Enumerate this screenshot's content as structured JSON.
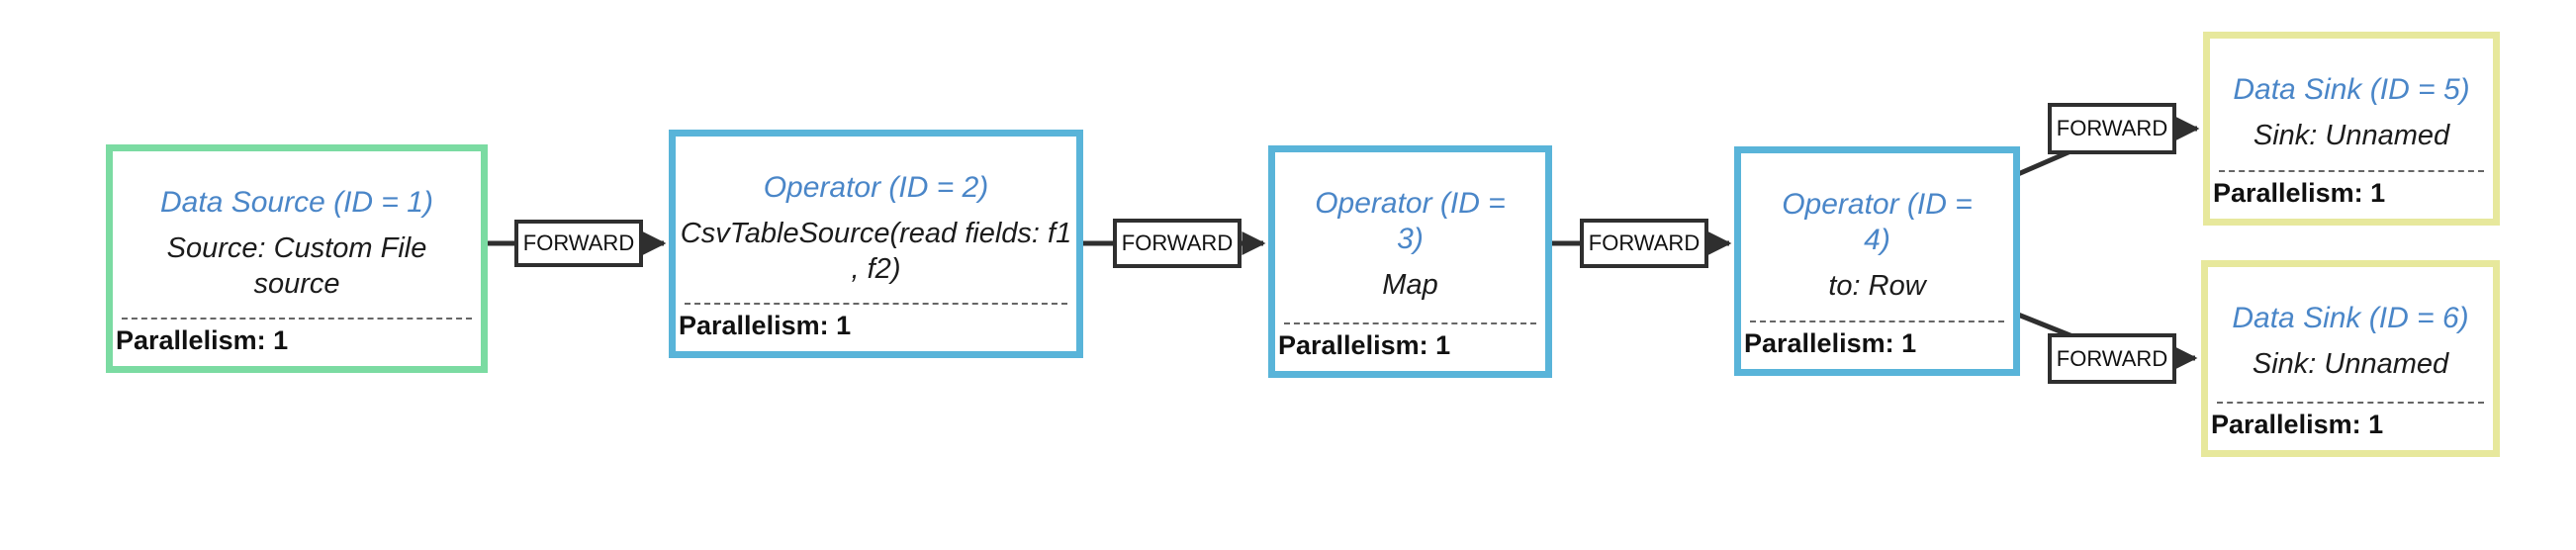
{
  "diagram": {
    "type": "dataflow-execution-plan",
    "background_color": "#ffffff",
    "colors": {
      "source_border": "#7bdba2",
      "operator_border": "#59b4d9",
      "sink_border": "#e7e89c",
      "node_title_text": "#4a86c8",
      "node_body_text": "#1c1c1c",
      "edge_stroke": "#2f2f2f"
    },
    "nodes": [
      {
        "id": 1,
        "kind": "source",
        "title": "Data Source (ID = 1)",
        "subtitle": "Source: Custom File\nsource",
        "parallelism": "Parallelism: 1"
      },
      {
        "id": 2,
        "kind": "operator",
        "title": "Operator (ID = 2)",
        "subtitle": "CsvTableSource(read fields: f1\n, f2)",
        "parallelism": "Parallelism: 1"
      },
      {
        "id": 3,
        "kind": "operator",
        "title": "Operator (ID =\n3)",
        "subtitle": "Map",
        "parallelism": "Parallelism: 1"
      },
      {
        "id": 4,
        "kind": "operator",
        "title": "Operator (ID =\n4)",
        "subtitle": "to: Row",
        "parallelism": "Parallelism: 1"
      },
      {
        "id": 5,
        "kind": "sink",
        "title": "Data Sink (ID = 5)",
        "subtitle": "Sink: Unnamed",
        "parallelism": "Parallelism: 1"
      },
      {
        "id": 6,
        "kind": "sink",
        "title": "Data Sink (ID = 6)",
        "subtitle": "Sink: Unnamed",
        "parallelism": "Parallelism: 1"
      }
    ],
    "edges": [
      {
        "from": 1,
        "to": 2,
        "label": "FORWARD"
      },
      {
        "from": 2,
        "to": 3,
        "label": "FORWARD"
      },
      {
        "from": 3,
        "to": 4,
        "label": "FORWARD"
      },
      {
        "from": 4,
        "to": 5,
        "label": "FORWARD"
      },
      {
        "from": 4,
        "to": 6,
        "label": "FORWARD"
      }
    ]
  }
}
